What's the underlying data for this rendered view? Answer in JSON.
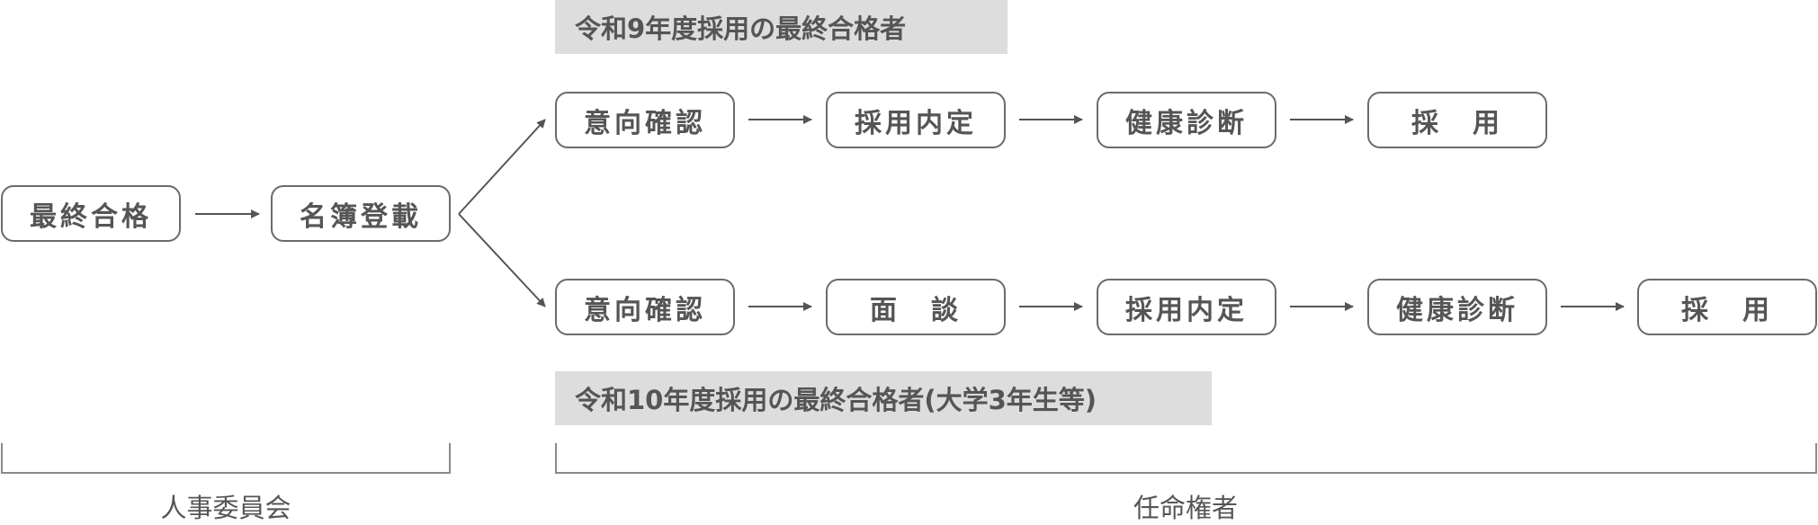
{
  "top_track_label": "令和9年度採用の最終合格者",
  "bottom_track_label": "令和10年度採用の最終合格者(大学3年生等)",
  "common_steps": [
    "最終合格",
    "名簿登載"
  ],
  "top_track_steps": [
    "意向確認",
    "採用内定",
    "健康診断",
    "採　用"
  ],
  "bottom_track_steps": [
    "意向確認",
    "面　談",
    "採用内定",
    "健康診断",
    "採　用"
  ],
  "responsible_parties": {
    "left": "人事委員会",
    "right": "任命権者"
  },
  "colors": {
    "border": "#6b6b6b",
    "arrow": "#555555",
    "band": "#dddddd",
    "text": "#555555"
  }
}
